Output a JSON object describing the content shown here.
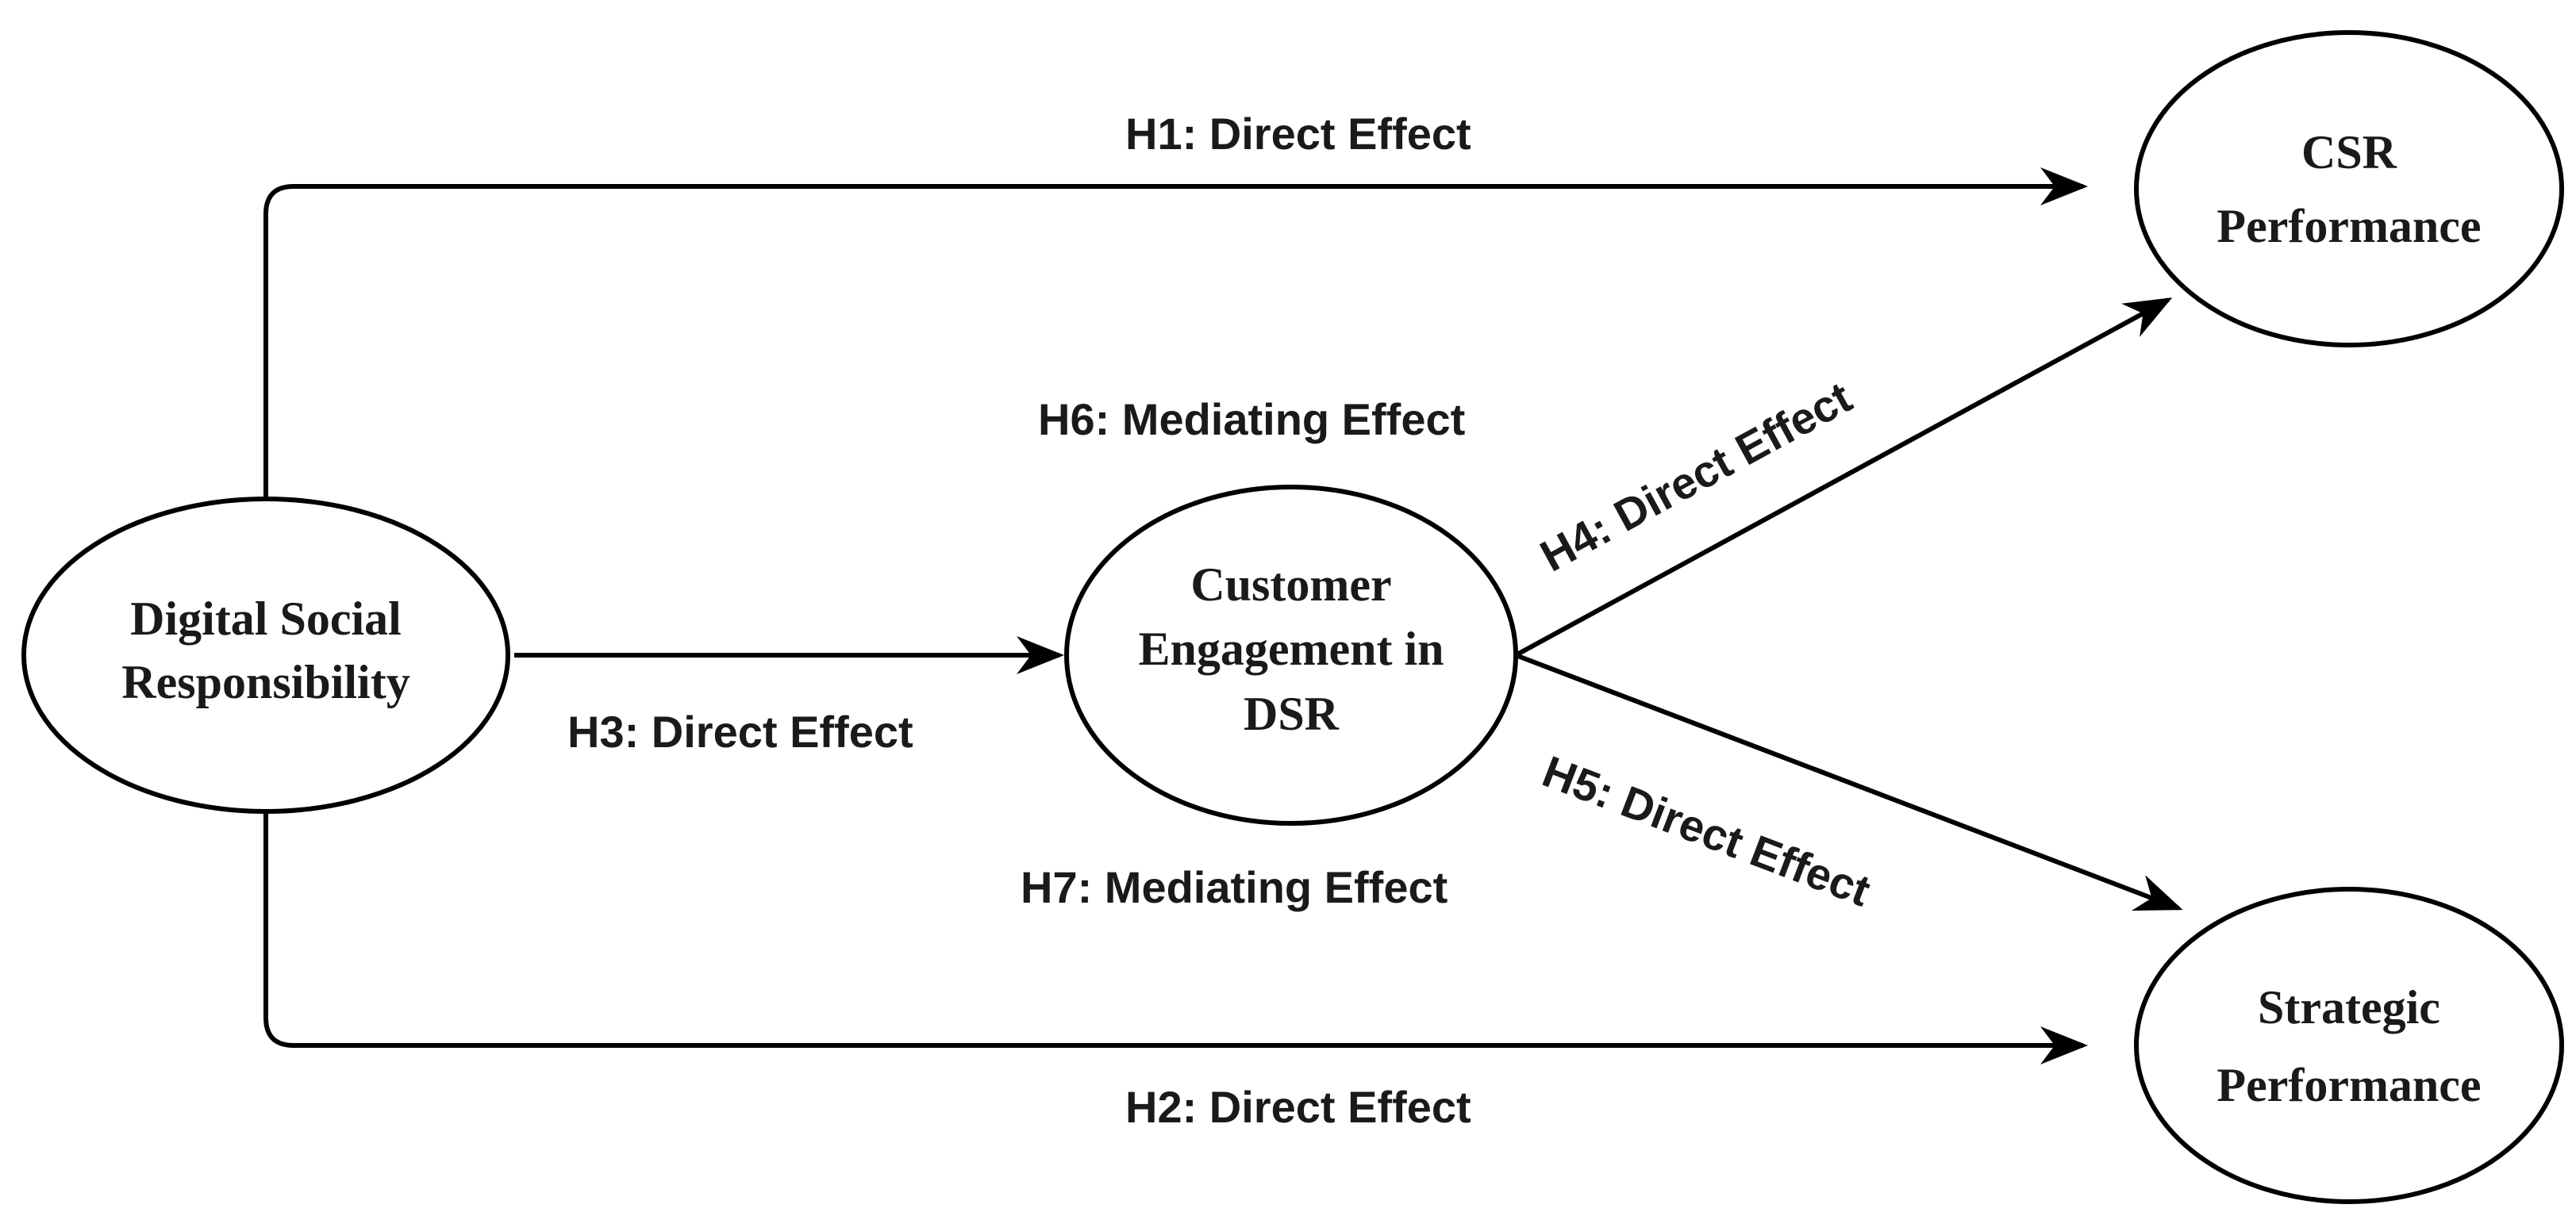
{
  "diagram": {
    "nodes": {
      "dsr": {
        "line1": "Digital Social",
        "line2": "Responsibility"
      },
      "cedsr": {
        "line1": "Customer",
        "line2": "Engagement in",
        "line3": "DSR"
      },
      "csr": {
        "line1": "CSR",
        "line2": "Performance"
      },
      "strategic": {
        "line1": "Strategic",
        "line2": "Performance"
      }
    },
    "edges": {
      "h1": {
        "from": "Digital Social Responsibility",
        "to": "CSR Performance",
        "label": "H1: Direct Effect"
      },
      "h2": {
        "from": "Digital Social Responsibility",
        "to": "Strategic Performance",
        "label": "H2: Direct Effect"
      },
      "h3": {
        "from": "Digital Social Responsibility",
        "to": "Customer Engagement in DSR",
        "label": "H3: Direct Effect"
      },
      "h4": {
        "from": "Customer Engagement in DSR",
        "to": "CSR Performance",
        "label": "H4: Direct Effect"
      },
      "h5": {
        "from": "Customer Engagement in DSR",
        "to": "Strategic Performance",
        "label": "H5: Direct Effect"
      }
    },
    "mediation_labels": {
      "h6": "H6: Mediating Effect",
      "h7": "H7: Mediating Effect"
    },
    "colors": {
      "stroke": "#000000",
      "text": "#1a1a1a",
      "background": "#ffffff"
    }
  }
}
